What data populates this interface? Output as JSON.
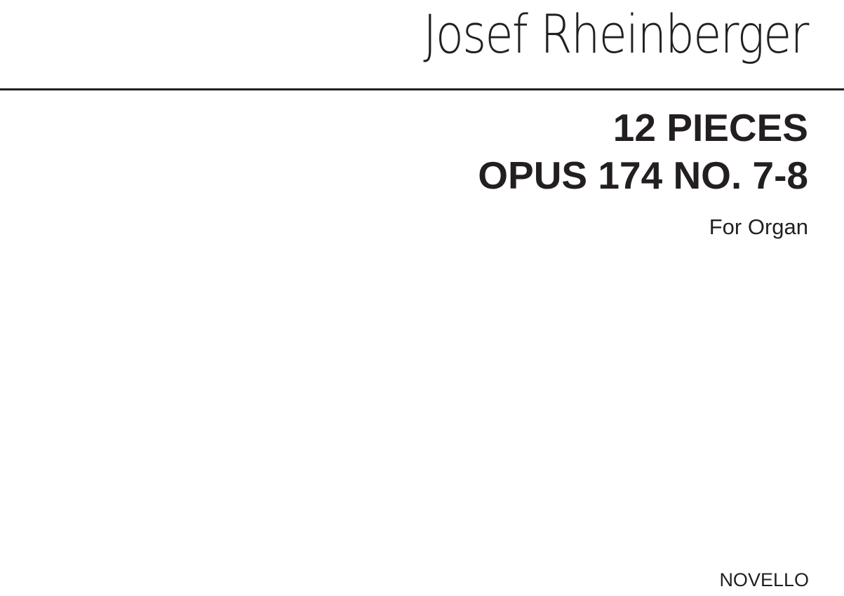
{
  "composer": "Josef Rheinberger",
  "title": "12 PIECES",
  "opus": "OPUS 174 NO. 7-8",
  "instrument": "For Organ",
  "publisher": "NOVELLO"
}
